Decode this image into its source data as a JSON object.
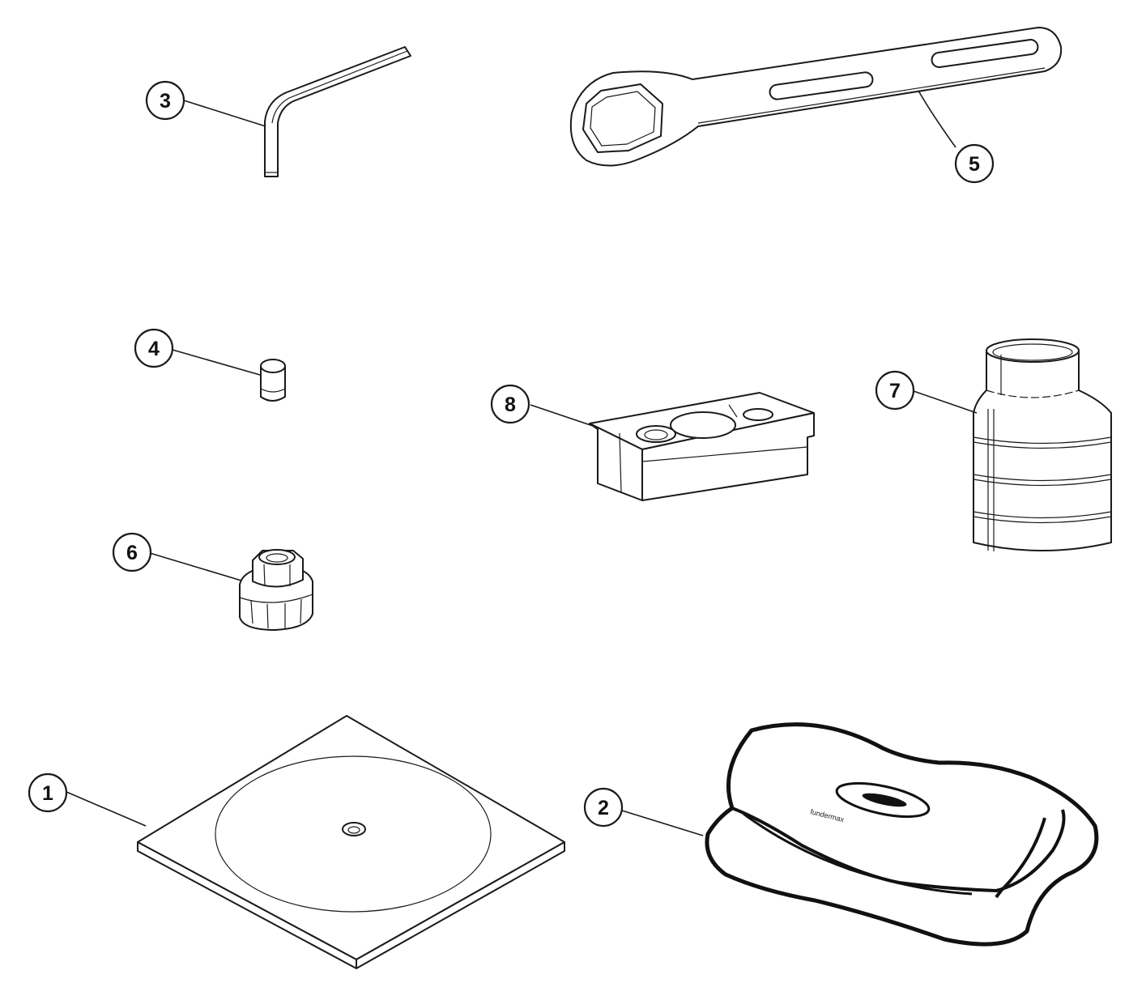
{
  "callouts": [
    {
      "id": "1",
      "label": "1"
    },
    {
      "id": "2",
      "label": "2"
    },
    {
      "id": "3",
      "label": "3"
    },
    {
      "id": "4",
      "label": "4"
    },
    {
      "id": "5",
      "label": "5"
    },
    {
      "id": "6",
      "label": "6"
    },
    {
      "id": "7",
      "label": "7"
    },
    {
      "id": "8",
      "label": "8"
    }
  ],
  "pouch_logo_text": "fundermax"
}
